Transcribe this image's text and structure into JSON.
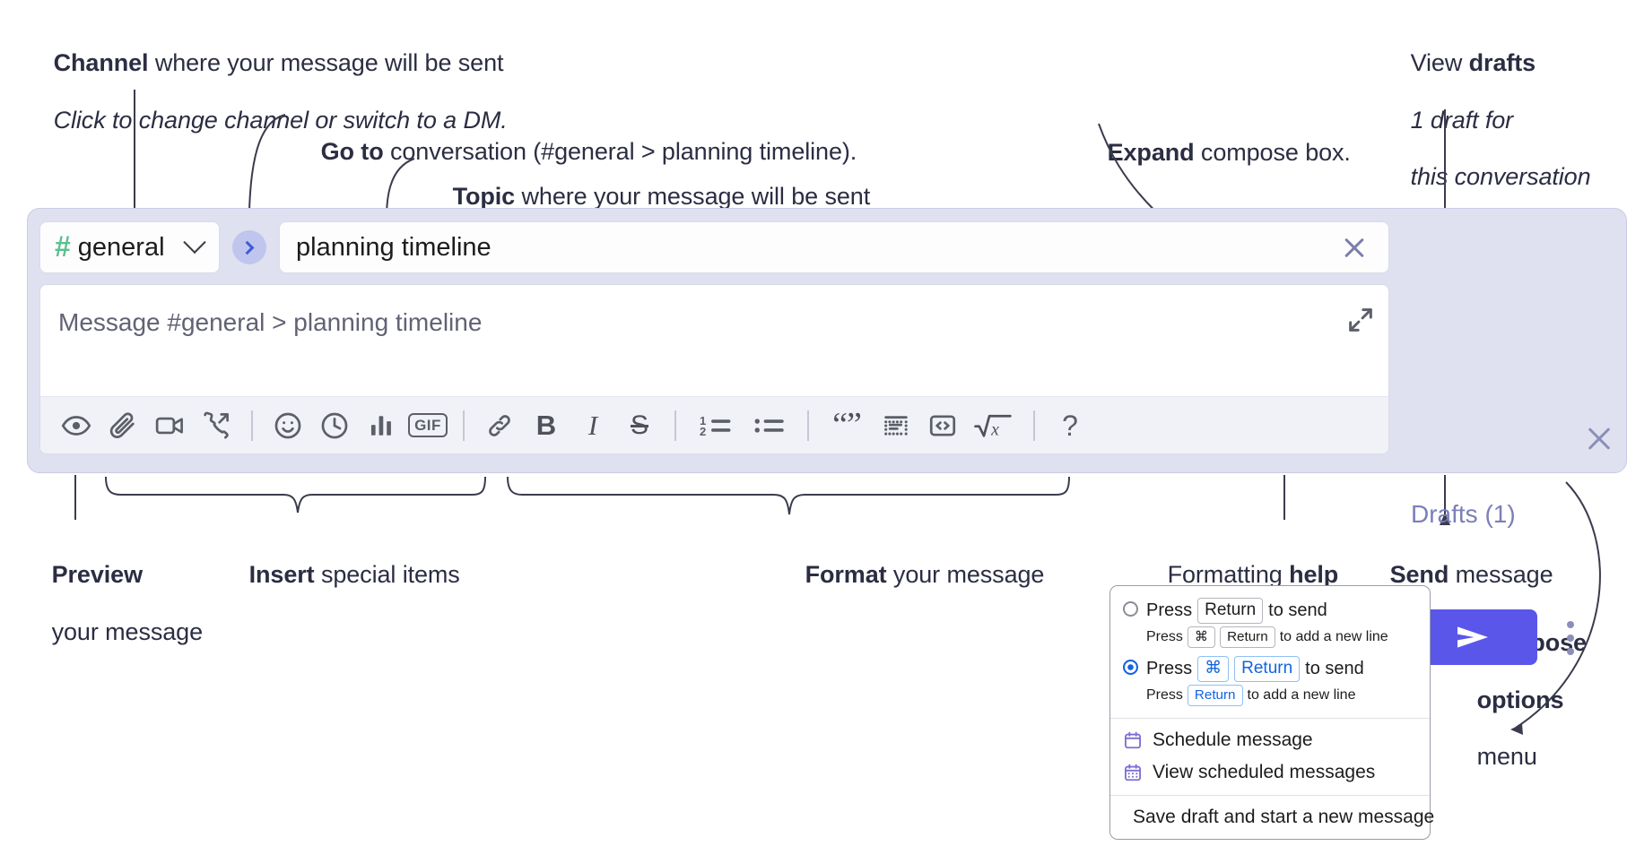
{
  "annotations": {
    "channel": {
      "bold": "Channel",
      "rest": " where your message will be sent",
      "italic": "Click to change channel or switch to a DM."
    },
    "goto": {
      "bold": "Go to",
      "rest": " conversation (#general > planning timeline)."
    },
    "topic": {
      "bold": "Topic",
      "rest": " where your message will be sent"
    },
    "expand": {
      "bold": "Expand",
      "rest": " compose box."
    },
    "view_drafts": {
      "bold": "drafts",
      "pre": "View ",
      "italic_1": "1 draft for",
      "italic_2": "this conversation"
    },
    "preview": {
      "bold": "Preview",
      "rest": "your message"
    },
    "insert": {
      "bold": "Insert",
      "rest": " special items"
    },
    "format": {
      "bold": "Format",
      "rest": " your message"
    },
    "formatting_help": {
      "pre": "Formatting ",
      "bold": "help"
    },
    "send": {
      "bold": "Send",
      "rest": " message"
    },
    "compose_options": {
      "bold_1": "Compose",
      "bold_2": "options",
      "rest": "menu"
    }
  },
  "compose": {
    "channel_name": "general",
    "hash_symbol": "#",
    "topic_value": "planning timeline",
    "message_placeholder": "Message #general > planning timeline",
    "drafts_label": "Drafts (1)",
    "toolbar": [
      {
        "name": "preview-icon",
        "label": "preview"
      },
      {
        "name": "attachment-icon",
        "label": "attach file"
      },
      {
        "name": "video-icon",
        "label": "video clip"
      },
      {
        "name": "audio-call-icon",
        "label": "audio clip"
      },
      {
        "name": "separator",
        "label": ""
      },
      {
        "name": "emoji-icon",
        "label": "emoji"
      },
      {
        "name": "clock-icon",
        "label": "reminder"
      },
      {
        "name": "poll-icon",
        "label": "poll"
      },
      {
        "name": "gif-icon",
        "label": "GIF"
      },
      {
        "name": "separator",
        "label": ""
      },
      {
        "name": "link-icon",
        "label": "link"
      },
      {
        "name": "bold-icon",
        "label": "B"
      },
      {
        "name": "italic-icon",
        "label": "I"
      },
      {
        "name": "strikethrough-icon",
        "label": "S"
      },
      {
        "name": "separator",
        "label": ""
      },
      {
        "name": "ordered-list-icon",
        "label": "ordered list"
      },
      {
        "name": "bulleted-list-icon",
        "label": "bulleted list"
      },
      {
        "name": "separator",
        "label": ""
      },
      {
        "name": "blockquote-icon",
        "label": "blockquote"
      },
      {
        "name": "code-block-icon",
        "label": "code block"
      },
      {
        "name": "code-icon",
        "label": "code"
      },
      {
        "name": "math-icon",
        "label": "math"
      },
      {
        "name": "separator",
        "label": ""
      },
      {
        "name": "help-icon",
        "label": "?"
      }
    ]
  },
  "options_menu": {
    "radio_options": [
      {
        "selected": false,
        "main": {
          "pre": "Press ",
          "key1": "Return",
          "post": " to send"
        },
        "sub": {
          "pre": "Press ",
          "key1": "⌘",
          "key2": "Return",
          "post": " to add a new line"
        }
      },
      {
        "selected": true,
        "main": {
          "pre": "Press ",
          "key1": "⌘",
          "key2": "Return",
          "post": " to send"
        },
        "sub": {
          "pre": "Press ",
          "key1": "Return",
          "post": " to add a new line"
        }
      }
    ],
    "items": [
      {
        "icon": "calendar-icon",
        "label": "Schedule message"
      },
      {
        "icon": "calendar-grid-icon",
        "label": "View scheduled messages"
      },
      {
        "icon": "save-draft-icon",
        "label": "Save draft and start a new message"
      }
    ]
  },
  "colors": {
    "panel_bg": "#dfe1f1",
    "send_button": "#5a56ea",
    "hash_green": "#5bc08e",
    "goto_blue": "#3f5bd6",
    "drafts_purple": "#7b7fb8",
    "radio_blue": "#1264e0",
    "menu_icon_purple": "#7b6fd4"
  }
}
